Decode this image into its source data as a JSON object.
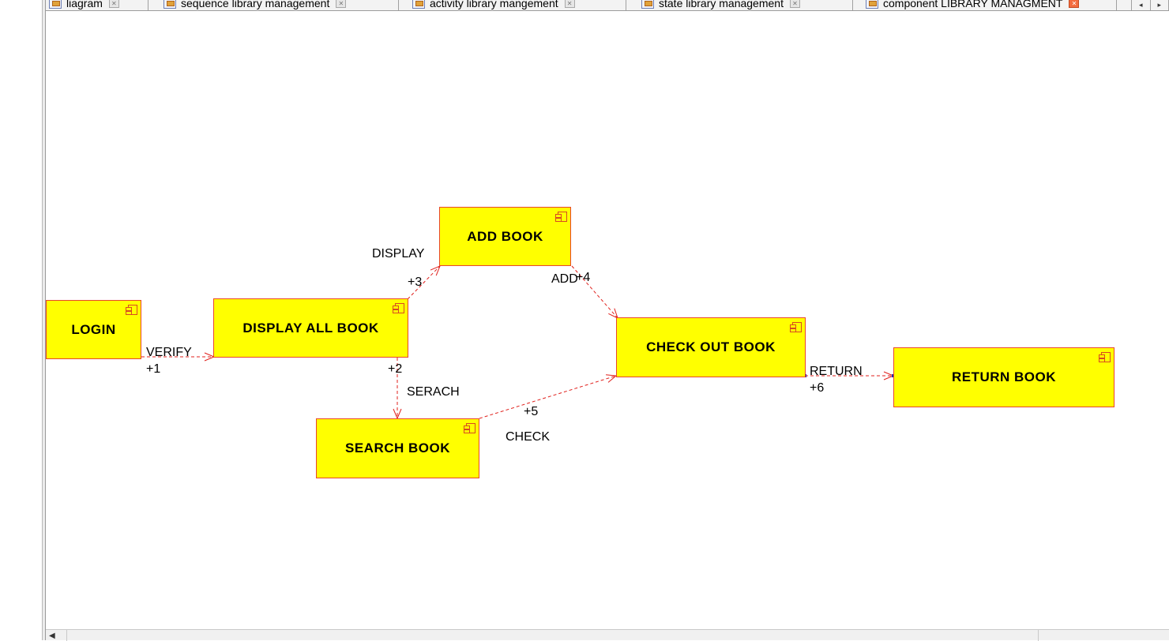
{
  "tabs": [
    {
      "label": "liagram",
      "icon": "diagram-icon",
      "active": false
    },
    {
      "label": "sequence library management",
      "icon": "sequence-diagram-icon",
      "active": false
    },
    {
      "label": "activity library mangement",
      "icon": "activity-diagram-icon",
      "active": false
    },
    {
      "label": "state library management",
      "icon": "state-diagram-icon",
      "active": false
    },
    {
      "label": "component LIBRARY MANAGMENT",
      "icon": "component-diagram-icon",
      "active": true
    }
  ],
  "diagram": {
    "components": {
      "login": "LOGIN",
      "display_all_book": "DISPLAY ALL BOOK",
      "add_book": "ADD BOOK",
      "search_book": "SEARCH BOOK",
      "check_out_book": "CHECK OUT BOOK",
      "return_book": "RETURN BOOK"
    },
    "connectors": {
      "verify": {
        "name": "VERIFY",
        "number": "+1"
      },
      "serach": {
        "name": "SERACH",
        "number": "+2"
      },
      "display": {
        "name": "DISPLAY",
        "number": "+3"
      },
      "add": {
        "name": "ADD",
        "number": "+4"
      },
      "check": {
        "name": "CHECK",
        "number": "+5"
      },
      "return": {
        "name": "RETURN",
        "number": "+6"
      }
    }
  },
  "colors": {
    "component_fill": "#ffff00",
    "component_border": "#e8472a",
    "connector": "#e0201c"
  }
}
